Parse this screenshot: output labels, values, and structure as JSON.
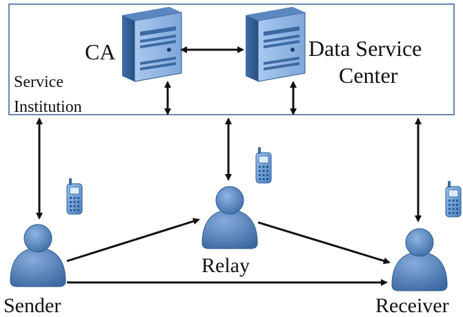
{
  "labels": {
    "ca": "CA",
    "data_service_line1": "Data Service",
    "data_service_line2": "Center",
    "service_institution_line1": "Service",
    "service_institution_line2": "Institution",
    "sender": "Sender",
    "relay": "Relay",
    "receiver": "Receiver"
  },
  "icons": {
    "server": "server-icon",
    "person": "person-icon",
    "phone": "mobile-phone-icon"
  },
  "colors": {
    "box_border": "#3a5f8f",
    "person_fill": "#4f81bd",
    "server_front": "#8db3e2",
    "server_side": "#2e5d95",
    "arrow": "#111111"
  }
}
